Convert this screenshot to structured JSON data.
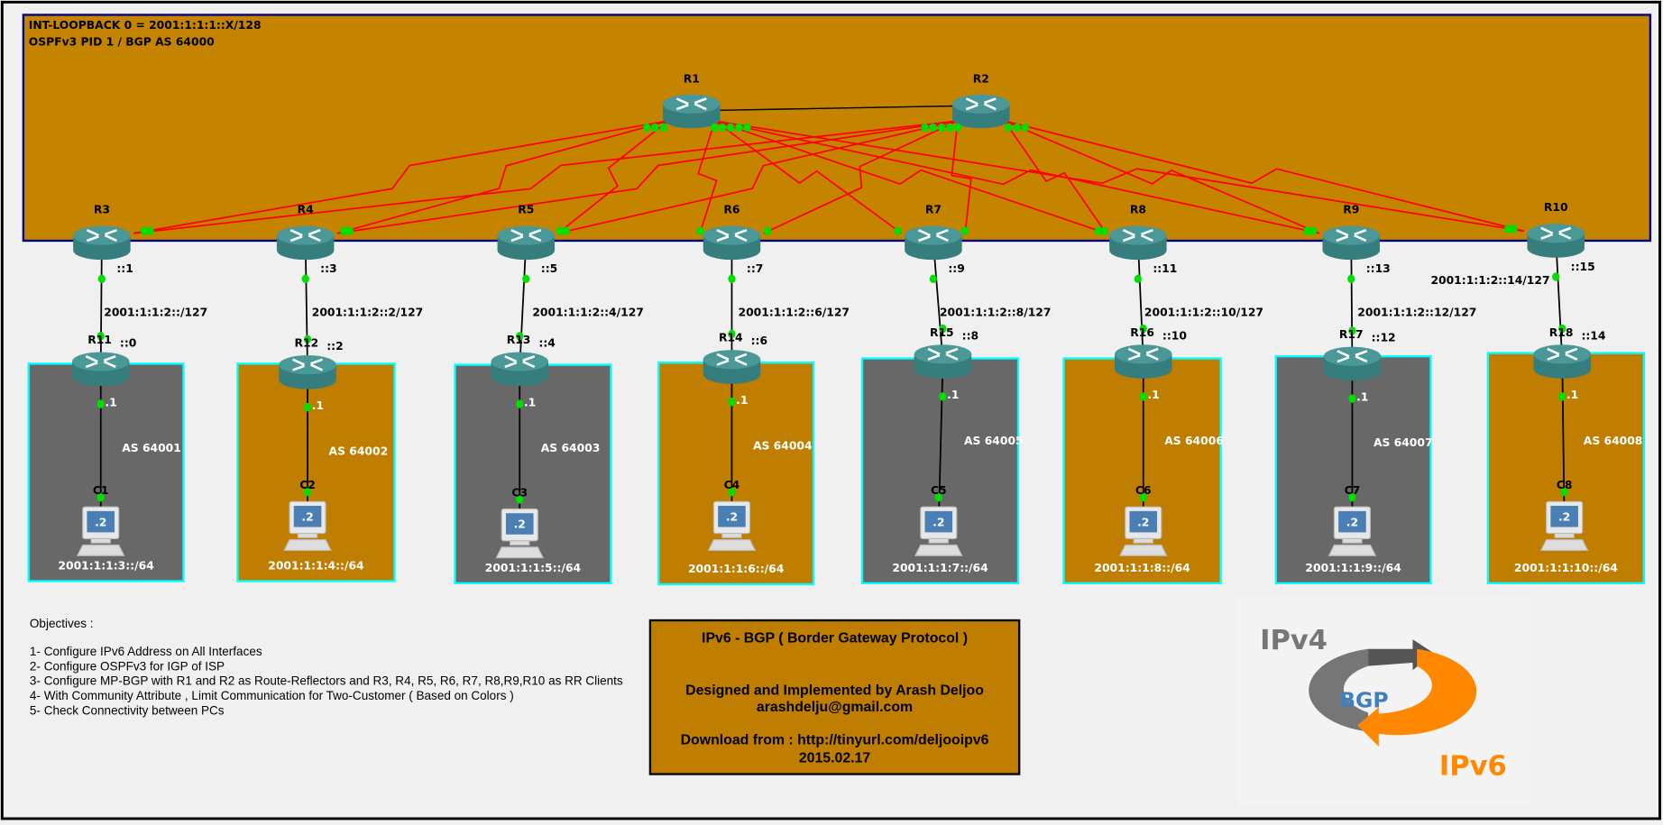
{
  "colors": {
    "isp_area": "#c48400",
    "customer_orange": "#bf7e00",
    "customer_gray": "#686868",
    "serial_link": "#ff0000",
    "port_up": "#00e000",
    "router": "#3e8b8b",
    "box_border": "#00ffff"
  },
  "isp": {
    "loopback_note": "INT-LOOPBACK 0 = 2001:1:1:1::X/128",
    "protocol_note": "OSPFv3 PID 1 / BGP AS 64000",
    "route_reflectors": [
      "R1",
      "R2"
    ]
  },
  "columns": [
    {
      "edge": "R3",
      "edge_ip": "::1",
      "subnet": "2001:1:1:2::/127",
      "cust": "R11",
      "cust_ip": "::0",
      "lan_ip": ".1",
      "as": "AS 64001",
      "pc": "C1",
      "pc_ip": ".2",
      "lan": "2001:1:1:3::/64",
      "color": "gray"
    },
    {
      "edge": "R4",
      "edge_ip": "::3",
      "subnet": "2001:1:1:2::2/127",
      "cust": "R12",
      "cust_ip": "::2",
      "lan_ip": ".1",
      "as": "AS 64002",
      "pc": "C2",
      "pc_ip": ".2",
      "lan": "2001:1:1:4::/64",
      "color": "orange"
    },
    {
      "edge": "R5",
      "edge_ip": "::5",
      "subnet": "2001:1:1:2::4/127",
      "cust": "R13",
      "cust_ip": "::4",
      "lan_ip": ".1",
      "as": "AS 64003",
      "pc": "C3",
      "pc_ip": ".2",
      "lan": "2001:1:1:5::/64",
      "color": "gray"
    },
    {
      "edge": "R6",
      "edge_ip": "::7",
      "subnet": "2001:1:1:2::6/127",
      "cust": "R14",
      "cust_ip": "::6",
      "lan_ip": ".1",
      "as": "AS 64004",
      "pc": "C4",
      "pc_ip": ".2",
      "lan": "2001:1:1:6::/64",
      "color": "orange"
    },
    {
      "edge": "R7",
      "edge_ip": "::9",
      "subnet": "2001:1:1:2::8/127",
      "cust": "R15",
      "cust_ip": "::8",
      "lan_ip": ".1",
      "as": "AS 64005",
      "pc": "C5",
      "pc_ip": ".2",
      "lan": "2001:1:1:7::/64",
      "color": "gray"
    },
    {
      "edge": "R8",
      "edge_ip": "::11",
      "subnet": "2001:1:1:2::10/127",
      "cust": "R16",
      "cust_ip": "::10",
      "lan_ip": ".1",
      "as": "AS 64006",
      "pc": "C6",
      "pc_ip": ".2",
      "lan": "2001:1:1:8::/64",
      "color": "orange"
    },
    {
      "edge": "R9",
      "edge_ip": "::13",
      "subnet": "2001:1:1:2::12/127",
      "cust": "R17",
      "cust_ip": "::12",
      "lan_ip": ".1",
      "as": "AS 64007",
      "pc": "C7",
      "pc_ip": ".2",
      "lan": "2001:1:1:9::/64",
      "color": "gray"
    },
    {
      "edge": "R10",
      "edge_ip": "::15",
      "subnet": "2001:1:1:2::14/127",
      "cust": "R18",
      "cust_ip": "::14",
      "lan_ip": ".1",
      "as": "AS 64008",
      "pc": "C8",
      "pc_ip": ".2",
      "lan": "2001:1:1:10::/64",
      "color": "orange"
    }
  ],
  "objectives": {
    "heading": "Objectives :",
    "items": [
      "1- Configure IPv6 Address on All Interfaces",
      "2- Configure OSPFv3 for IGP of ISP",
      "3- Configure MP-BGP with R1 and R2 as Route-Reflectors and R3, R4, R5, R6, R7, R8,R9,R10 as RR Clients",
      "4- With Community Attribute , Limit Communication for Two-Customer ( Based on Colors )",
      "5- Check Connectivity between PCs"
    ]
  },
  "title_box": {
    "title": "IPv6 - BGP ( Border Gateway Protocol )",
    "designed_by": "Designed and Implemented by Arash Deljoo",
    "email": "arashdelju@gmail.com",
    "download": "Download from :  http://tinyurl.com/deljooipv6",
    "date": "2015.02.17"
  },
  "logo": {
    "ipv4": "IPv4",
    "center": "BGP",
    "ipv6": "IPv6"
  }
}
